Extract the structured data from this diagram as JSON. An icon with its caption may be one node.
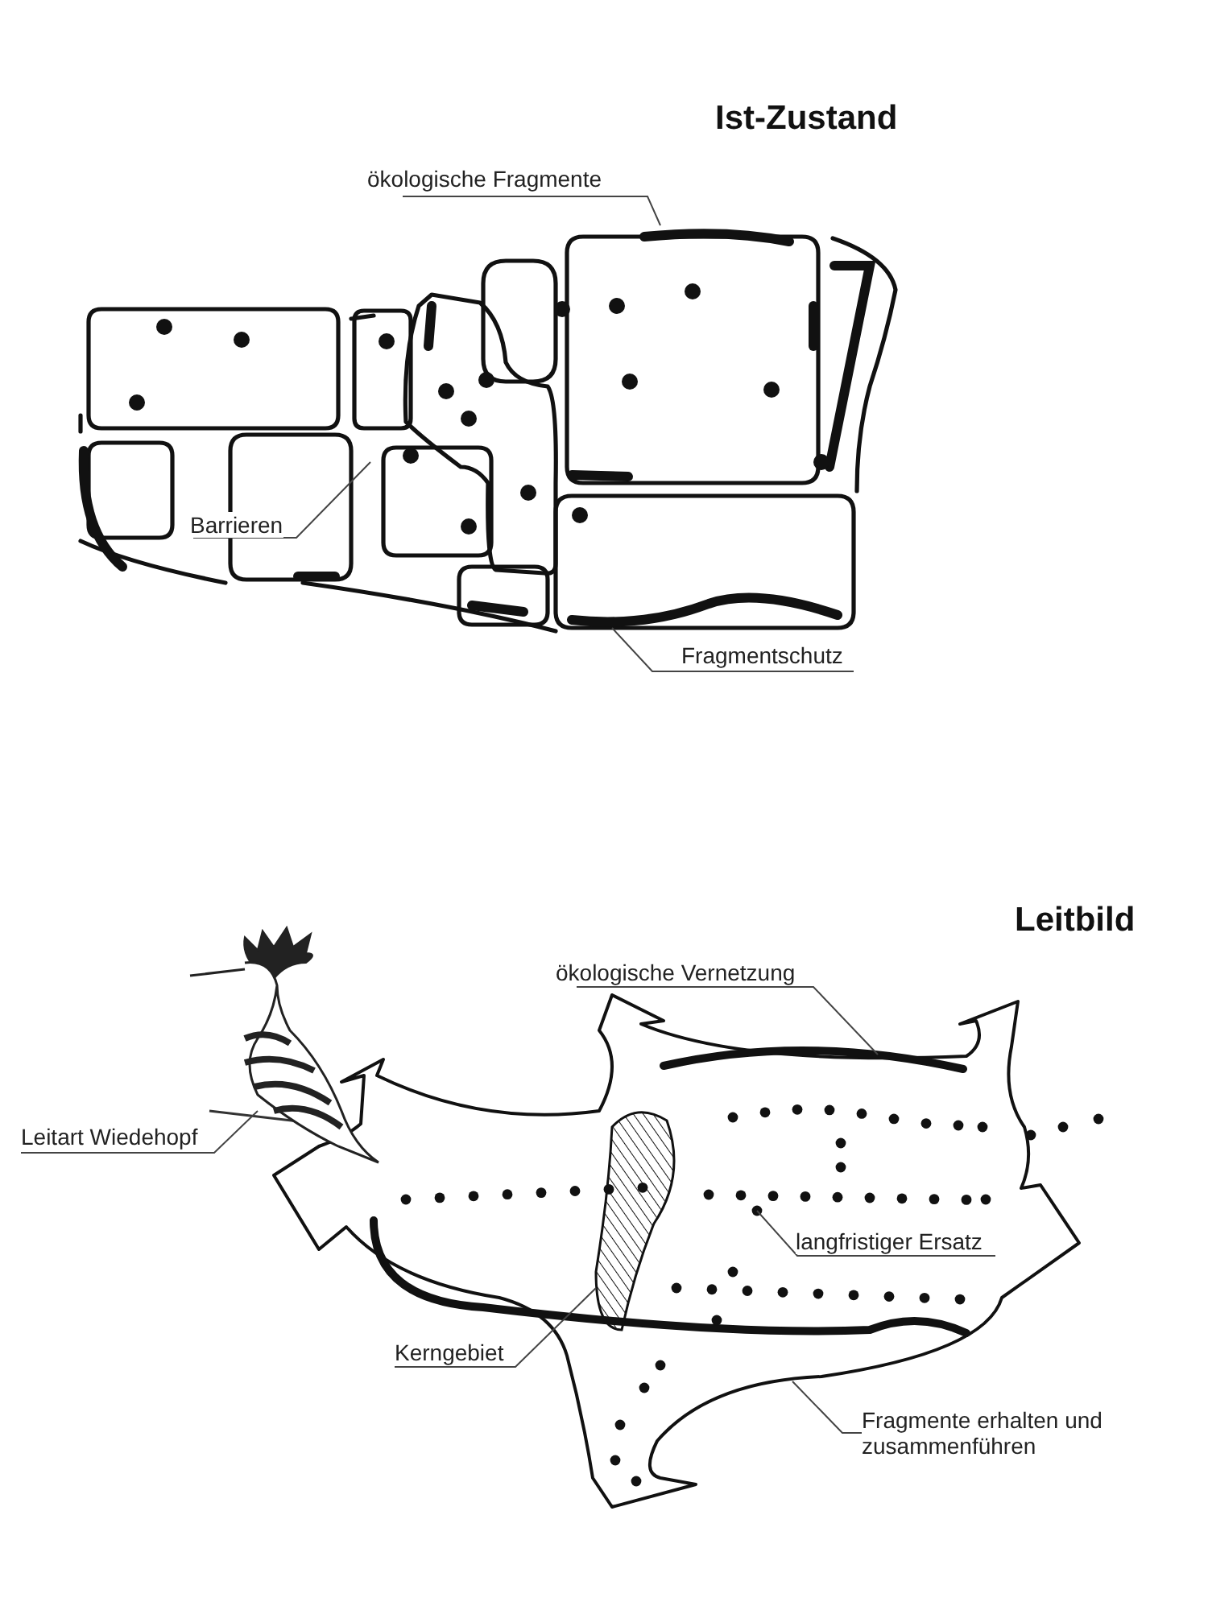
{
  "diagram": {
    "nodes": [
      {
        "text": [
          "ökologische Fragmente"
        ]
      },
      {
        "text": [
          "Barrieren"
        ]
      },
      {
        "text": [
          "Fragmentschutz"
        ]
      },
      {
        "text": [
          "Leitart Wiedehopf"
        ]
      },
      {
        "text": [
          "ökologische Vernetzung"
        ]
      },
      {
        "text": [
          "langfristiger Ersatz"
        ]
      },
      {
        "text": [
          "Kerngebiet"
        ]
      },
      {
        "text": [
          "Fragmente erhalten und zusammenführen"
        ]
      }
    ],
    "edges": [
      {
        "from": 0,
        "to": null,
        "arrow": "none"
      },
      {
        "from": 1,
        "to": null,
        "arrow": "none"
      },
      {
        "from": 2,
        "to": null,
        "arrow": "none"
      },
      {
        "from": 3,
        "to": null,
        "arrow": "none"
      },
      {
        "from": 4,
        "to": null,
        "arrow": "none"
      },
      {
        "from": 5,
        "to": null,
        "arrow": "none"
      },
      {
        "from": 6,
        "to": null,
        "arrow": "none"
      },
      {
        "from": 7,
        "to": null,
        "arrow": "none"
      }
    ],
    "labels": [
      "Ist-Zustand",
      "Leitbild"
    ]
  }
}
